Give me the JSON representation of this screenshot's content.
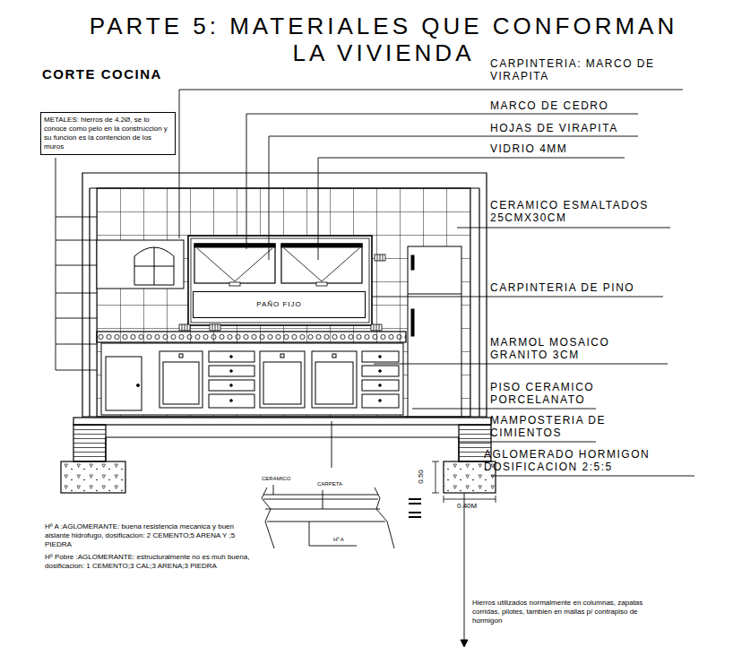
{
  "diagram": {
    "title": "PARTE 5: MATERIALES QUE CONFORMAN LA VIVIENDA",
    "nodes": [
      {
        "text": [
          "METALES: hierros de 4.2Ø, se lo conoce como pelo en la construccion y su funcion es la contencion de los muros"
        ]
      },
      {
        "text": [
          "PAÑO FIJO"
        ]
      }
    ],
    "labels": [
      "CORTE COCINA",
      "CARPINTERIA: MARCO DE VIRAPITA",
      "MARCO DE CEDRO",
      "HOJAS DE VIRAPITA",
      "VIDRIO 4MM",
      "CERAMICO ESMALTADOS 25CMX30CM",
      "CARPINTERIA DE PINO",
      "MARMOL MOSAICO GRANITO 3CM",
      "PISO CERAMICO PORCELANATO",
      "MAMPOSTERIA DE CIMIENTOS",
      "AGLOMERADO HORMIGON DOSIFICACION 2:5:5",
      "0.50",
      "0.40M",
      "CERAMICO",
      "CARPETA",
      "Hº A",
      "Hº A :AGLOMERANTE: buena resistencia mecanica y buen aislante hidrofugo, dosificacion: 2 CEMENTO;5 ARENA Y ;5 PIEDRA",
      "Hº Pobre :AGLOMERANTE: estructuralmente no es muh buena, dosificacion: 1 CEMENTO;3 CAL;3 ARENA;3 PIEDRA",
      "Hierros utilizados normalmente en columnas, zapatas corridas, pilotes, tambien en mallas p/ contrapiso de hormigon"
    ]
  }
}
